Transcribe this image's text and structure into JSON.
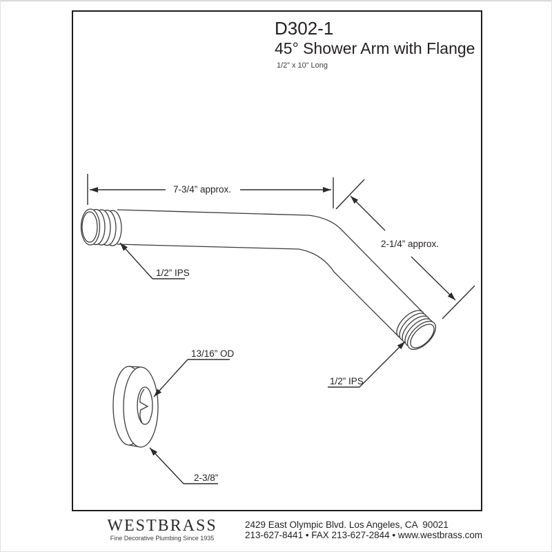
{
  "title": {
    "model": "D302-1",
    "name": "45° Shower Arm with Flange",
    "spec": "1/2” x 10” Long"
  },
  "dimensions": {
    "arm_length": "7-3/4” approx.",
    "bend_length": "2-1/4” approx.",
    "wall_end_thread": "1/2” IPS",
    "head_end_thread": "1/2” IPS",
    "flange_hole": "13/16” OD",
    "flange_diameter": "2-3/8”"
  },
  "footer": {
    "brand": "WESTBRASS",
    "tagline": "Fine Decorative Plumbing Since 1935",
    "address": "2429 East Olympic Blvd. Los Angeles, CA  90021",
    "contact": "213-627-8441 • FAX 213-627-2844 • www.westbrass.com"
  },
  "colors": {
    "line": "#3a3a3a",
    "dimension_line": "#2b2b2b",
    "text": "#231f20",
    "border": "#1c1c1c"
  }
}
